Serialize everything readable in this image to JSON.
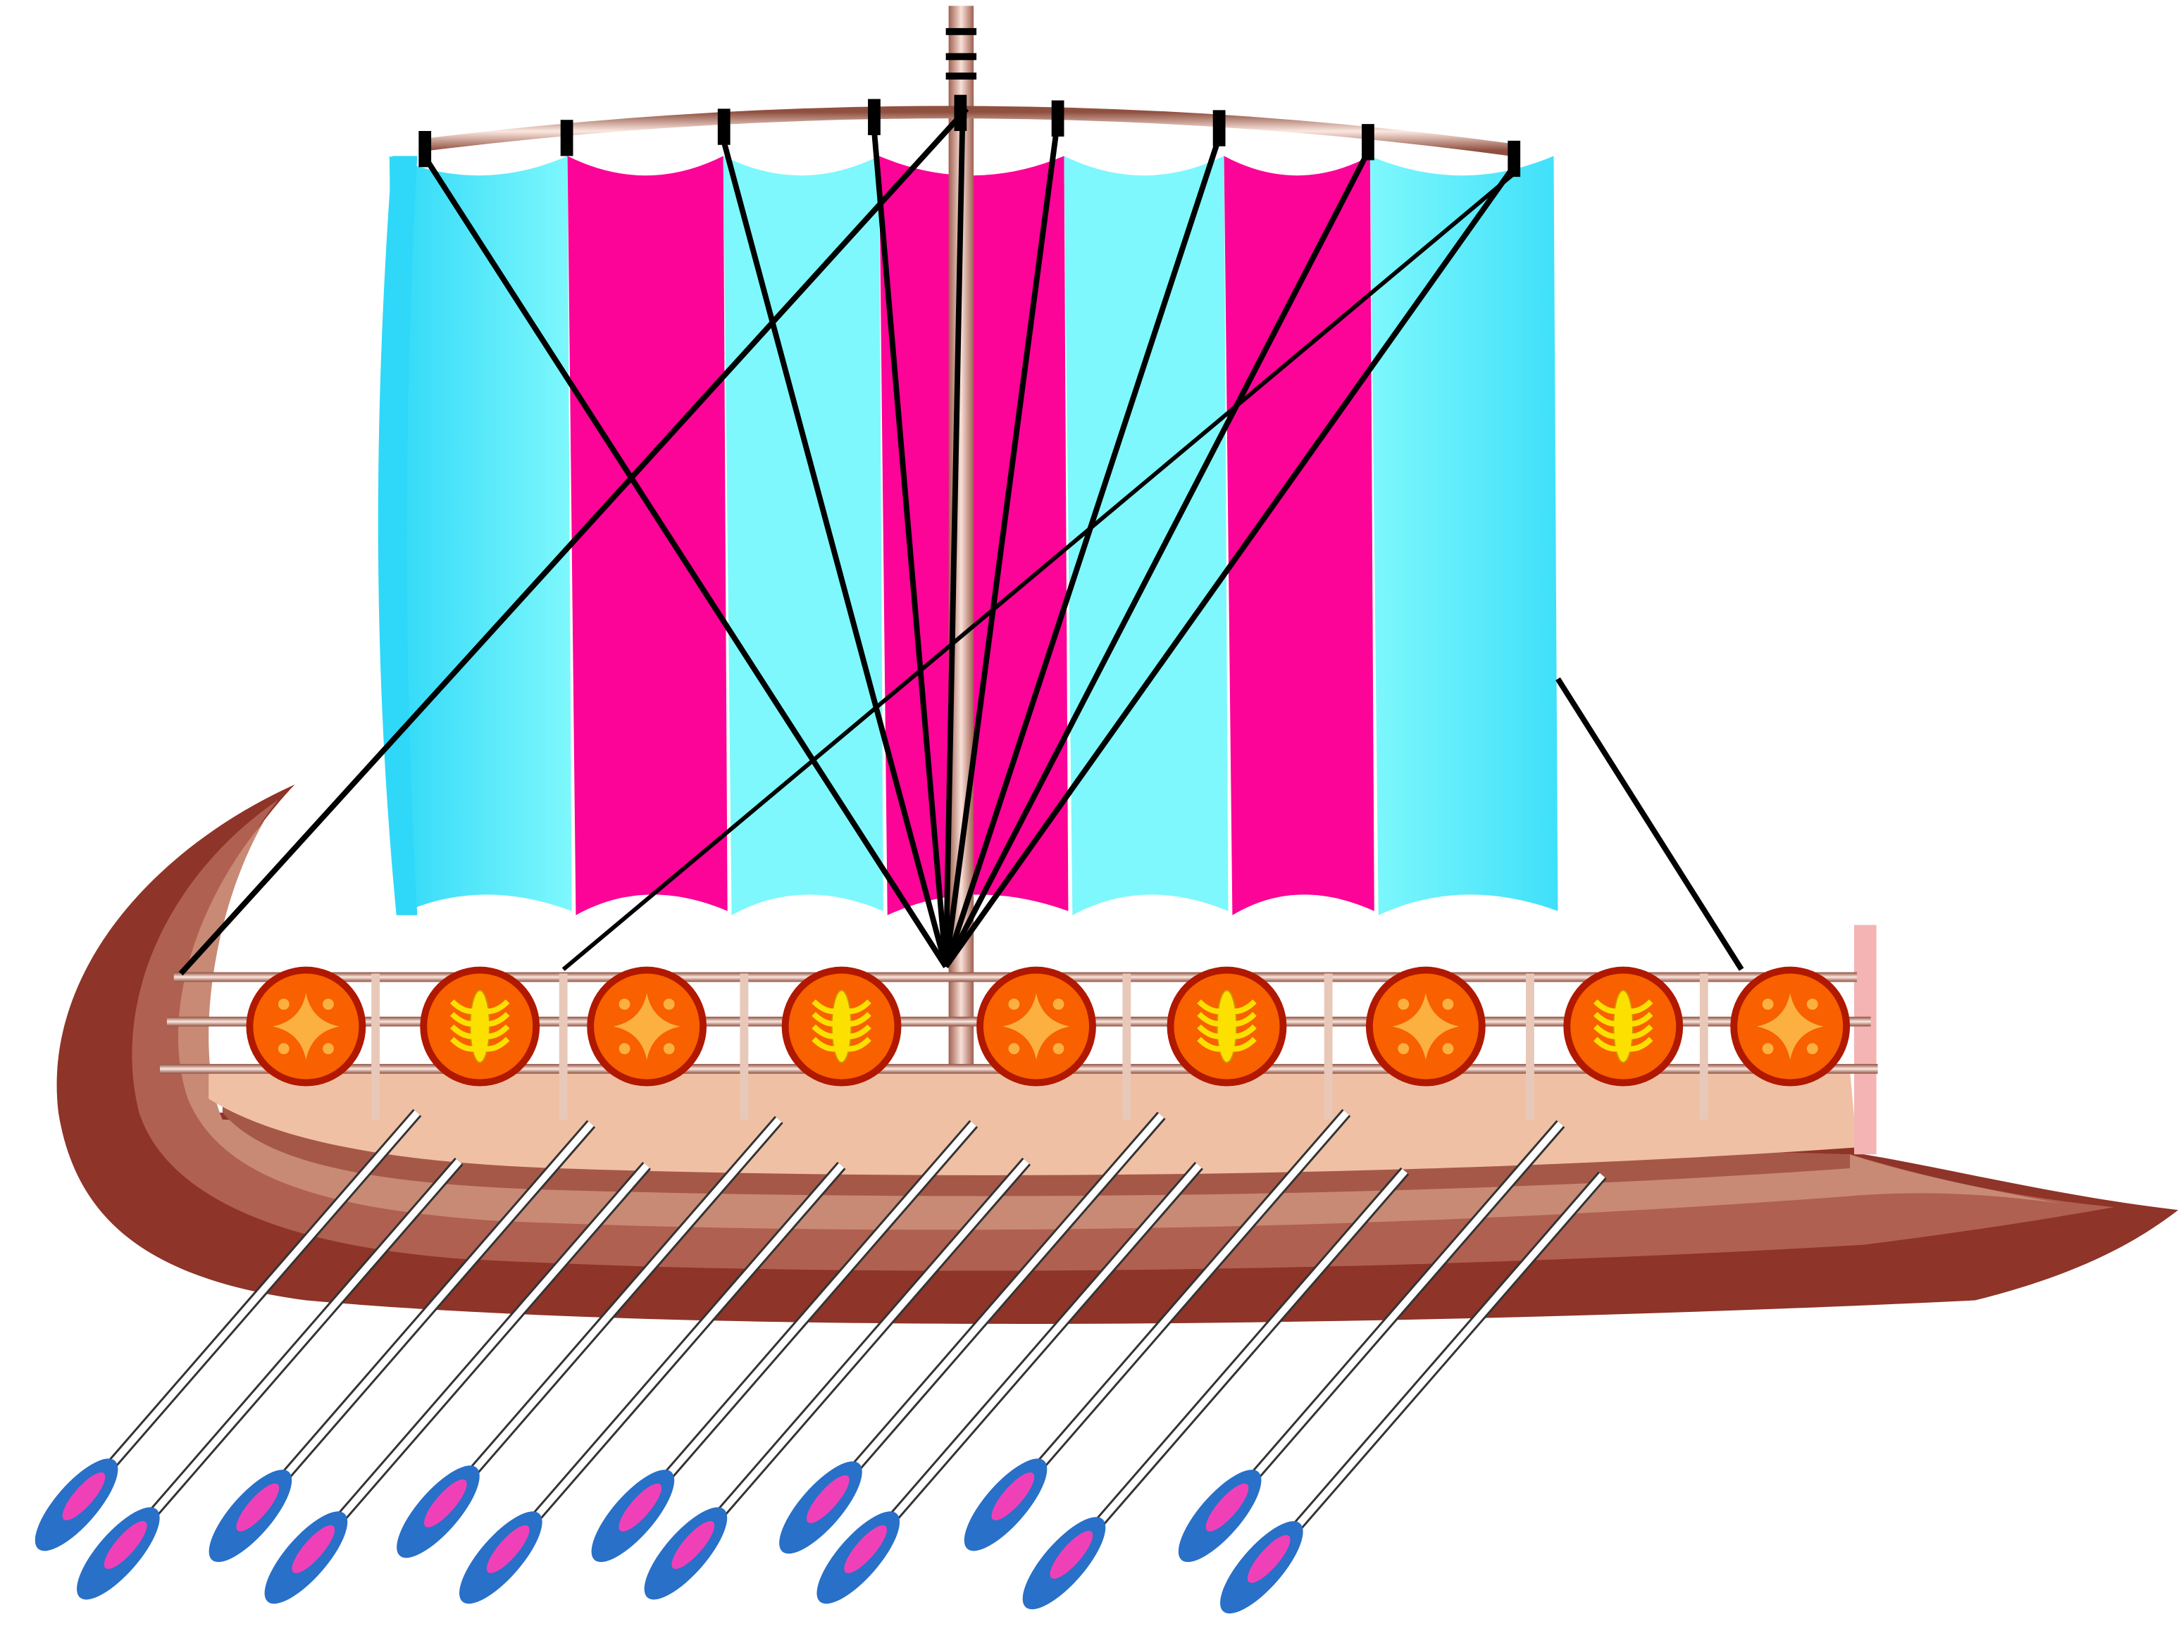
{
  "colors": {
    "background": "#ffffff",
    "sail_cyan": "#7ef8fc",
    "sail_cyan_edge": "#2fd8f8",
    "sail_magenta": "#fc0497",
    "hull_dark": "#8e3428",
    "hull_mid": "#c47e68",
    "hull_light": "#f0c0a4",
    "shield_fill": "#f86000",
    "shield_rim": "#b01800",
    "shield_emblem_star": "#fcb040",
    "shield_emblem_bug": "#fce000",
    "oar_blade": "#2870c8",
    "oar_blade_inner": "#f040b8",
    "rope": "#000000",
    "mast": "#c08870"
  },
  "shields": [
    "star",
    "bug",
    "star",
    "bug",
    "star",
    "bug",
    "star",
    "bug",
    "star"
  ],
  "oar_count": 14,
  "sail_stripes": [
    "cyan",
    "magenta",
    "cyan",
    "magenta",
    "cyan",
    "magenta",
    "cyan"
  ]
}
